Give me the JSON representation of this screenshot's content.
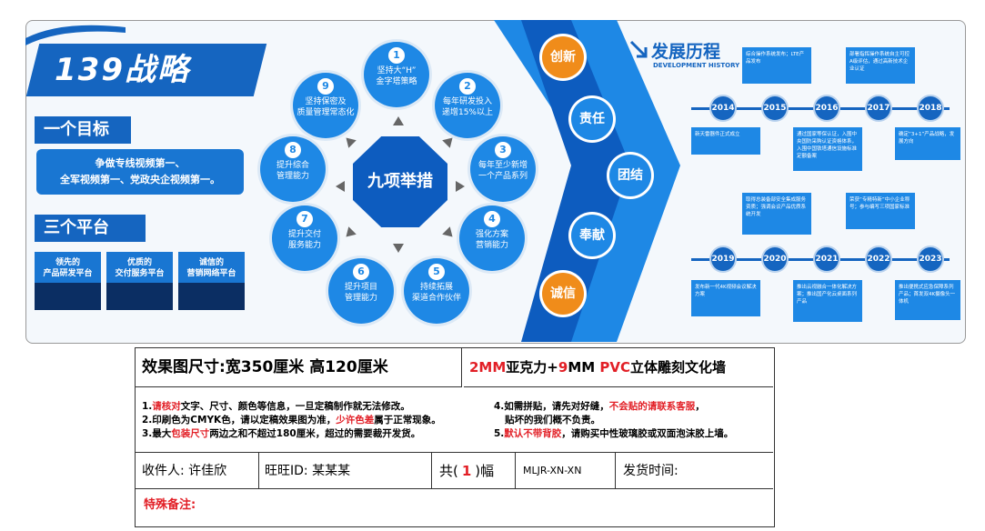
{
  "board": {
    "title": "139战略",
    "goal_heading": "一个目标",
    "goal_text_1": "争做专线视频第一、",
    "goal_text_2": "全军视频第一、党政央企视频第一。",
    "platform_heading": "三个平台",
    "platforms": [
      {
        "line1": "领先的",
        "line2": "产品研发平台"
      },
      {
        "line1": "优质的",
        "line2": "交付服务平台"
      },
      {
        "line1": "诚信的",
        "line2": "营销网络平台"
      }
    ],
    "center_label": "九项举措",
    "measures": [
      {
        "num": "1",
        "text1": "坚持大“H”",
        "text2": "金字塔策略"
      },
      {
        "num": "2",
        "text1": "每年研发投入",
        "text2": "递增15%以上"
      },
      {
        "num": "3",
        "text1": "每年至少新增",
        "text2": "一个产品系列"
      },
      {
        "num": "4",
        "text1": "强化方案",
        "text2": "营销能力"
      },
      {
        "num": "5",
        "text1": "持续拓展",
        "text2": "渠道合作伙伴"
      },
      {
        "num": "6",
        "text1": "提升项目",
        "text2": "管理能力"
      },
      {
        "num": "7",
        "text1": "提升交付",
        "text2": "服务能力"
      },
      {
        "num": "8",
        "text1": "提升综合",
        "text2": "管理能力"
      },
      {
        "num": "9",
        "text1": "坚持保密及",
        "text2": "质量管理常态化"
      }
    ],
    "values": [
      {
        "label": "创新",
        "color": "#f08c1a"
      },
      {
        "label": "责任",
        "color": "#1e88e5"
      },
      {
        "label": "团结",
        "color": "#1e88e5"
      },
      {
        "label": "奉献",
        "color": "#1e88e5"
      },
      {
        "label": "诚信",
        "color": "#f08c1a"
      }
    ],
    "history_title": "发展历程",
    "history_subtitle": "DEVELOPMENT HISTORY",
    "years_top": [
      "2014",
      "2015",
      "2016",
      "2017",
      "2018"
    ],
    "years_bottom": [
      "2019",
      "2020",
      "2021",
      "2022",
      "2023"
    ],
    "events_top_upper": [
      "综合操作系统发布；LTE产品发布",
      "部署指挥操作系统自主可控A级评估，通过高新技术企业认证"
    ],
    "events_top_lower": [
      "新天雷器件正式成立",
      "通过国家等保认证，入围中央国防采购认证资格体系，入围中国铁塔通信设施标准定额备案",
      "确定“3+1”产品战略，发展方向"
    ],
    "events_bottom_upper": [
      "取得总装备部安全集成服务资质；强调会议产品优质系统开发",
      "荣获“专精特新”中小企业称号；参与编写三项国家标准"
    ],
    "events_bottom_lower": [
      "发布新一代4K视频会议解决方案",
      "推出云视融合一体化解决方案；推出国产化云桌面系列产品",
      "推出便携式应急保障系列产品；首发双4K摄像头一体机"
    ]
  },
  "spec": {
    "size_label": "效果图尺寸:宽350厘米  高120厘米",
    "material_2mm": "2MM",
    "material_a": "亚克力+",
    "material_9": "9",
    "material_mm": "MM ",
    "material_pvc": "PVC",
    "material_b": "立体雕刻文化墙",
    "note1_a": "1.",
    "note1_red": "请核对",
    "note1_b": "文字、尺寸、颜色等信息，一旦定稿制作就无法修改。",
    "note2_a": "2.印刷色为CMYK色，请以定稿效果图为准，",
    "note2_red": "少许色差",
    "note2_b": "属于正常现象。",
    "note3_a": "3.最大",
    "note3_red": "包装尺寸",
    "note3_b": "两边之和不超过180厘米，超过的需要裁开发货。",
    "note4_a": "4.如需拼贴，请先对好缝，",
    "note4_red": "不会贴的请联系客服",
    "note4_b": "，",
    "note4_c": "贴坏的我们概不负责。",
    "note5_a": "5.",
    "note5_red": "默认不带背胶",
    "note5_b": "，请购买中性玻璃胶或双面泡沫胶上墙。",
    "recipient": "收件人: 许佳欣",
    "wangwang": "旺旺ID: 某某某",
    "count_a": "共(",
    "count_num": "1",
    "count_b": ")幅",
    "code": "MLJR-XN-XN",
    "ship_time": "发货时间:",
    "remark": "特殊备注:"
  }
}
